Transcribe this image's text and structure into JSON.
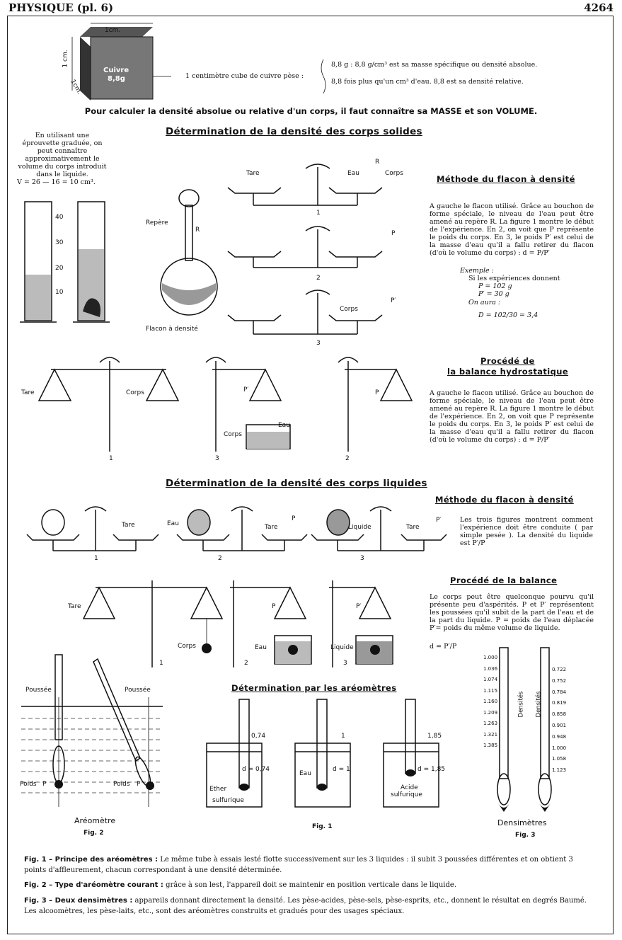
{
  "header": {
    "left": "PHYSIQUE (pl. 6)",
    "right": "4264"
  },
  "cube": {
    "dim_top": "1cm.",
    "dim_left": "1 cm.",
    "dim_bottom": "1cm.",
    "material": "Cuivre",
    "mass": "8,8g",
    "statement": "1 centimètre cube de cuivre pèse :",
    "line1": "8,8 g : 8,8 g/cm³ est sa masse spécifique ou densité absolue.",
    "line2": "8,8 fois plus qu'un cm³ d'eau. 8,8 est sa densité relative."
  },
  "intro": "Pour calculer la densité absolue ou relative d'un corps, il faut connaître sa MASSE et son VOLUME.",
  "solids": {
    "title": "Détermination de la densité des corps solides",
    "graduated_text": "En utilisant une éprouvette graduée, on peut connaître approximativement le volume du corps introduit dans le liquide.",
    "graduated_formula": "V = 26 — 16 = 10 cm³.",
    "ticks": [
      "40",
      "30",
      "20",
      "10"
    ],
    "flask_labels": {
      "mark": "Repère",
      "r": "R",
      "name": "Flacon à densité"
    },
    "balance_labels": {
      "tare": "Tare",
      "water": "Eau",
      "body": "Corps",
      "r": "R",
      "p": "P",
      "pprime": "P′",
      "n1": "1",
      "n2": "2",
      "n3": "3"
    },
    "flask_method": {
      "title": "Méthode du flacon à densité",
      "text": "A gauche le flacon utilisé. Grâce au bouchon de forme spéciale, le niveau de l'eau peut être amené au repère R. La figure 1 montre le début de l'expérience. En 2, on voit que P représente le poids du corps. En 3, le poids P′ est celui de la masse d'eau qu'il a fallu retirer du flacon (d'où le volume du corps) : d = P/P′",
      "example_title": "Exemple :",
      "example_text": "Si les expériences donnent",
      "p_val": "P = 102 g",
      "pp_val": "P′ = 30 g",
      "on_aura": "On aura :",
      "result": "D = 102/30 = 3,4"
    },
    "hydro_method": {
      "title1": "Procédé de",
      "title2": "la balance hydrostatique",
      "text": "A gauche le flacon utilisé. Grâce au bouchon de forme spéciale, le niveau de l'eau peut être amené au repère R. La figure 1 montre le début de l'expérience. En 2, on voit que P représente le poids du corps. En 3, le poids P′ est celui de la masse d'eau qu'il a fallu retirer du flacon (d'où le volume du corps) : d = P/P′"
    },
    "hydro_labels": {
      "tare": "Tare",
      "body": "Corps",
      "water": "Eau",
      "pprime": "P′",
      "p": "P",
      "body2": "Corps",
      "n1": "1",
      "n3": "3",
      "n2": "2"
    }
  },
  "liquids": {
    "title": "Détermination de la densité des corps liquides",
    "flask_method": {
      "title": "Méthode du flacon à densité",
      "text": "Les trois figures montrent comment l'expérience doit être conduite ( par simple pesée ). La densité du liquide est P′/P"
    },
    "flask_labels": {
      "tare": "Tare",
      "water": "Eau",
      "p": "P",
      "liquid": "Liquide",
      "pprime": "P′",
      "n1": "1",
      "n2": "2",
      "n3": "3"
    },
    "balance_method": {
      "title": "Procédé de la balance",
      "text": "Le corps peut être quelconque pourvu qu'il présente peu d'aspérités. P et P′ représentent les poussées qu'il subit de la part de l'eau et de la part du liquide. P = poids de l'eau déplacée P′= poids du même volume de liquide.",
      "formula": "d = P′/P"
    },
    "balance_labels": {
      "tare": "Tare",
      "body": "Corps",
      "water": "Eau",
      "liquid": "Liquide",
      "p": "P",
      "pprime": "P′",
      "n1": "1",
      "n2": "2",
      "n3": "3"
    }
  },
  "areometers": {
    "title": "Détermination par les aréomètres",
    "fig2_labels": {
      "push": "Poussée",
      "weight": "Poids",
      "p": "P",
      "name": "Aréomètre",
      "fig": "Fig. 2"
    },
    "fig1_beakers": [
      {
        "mark": "0,74",
        "d": "d = 0,74",
        "liquid1": "Ether",
        "liquid2": "sulfurique"
      },
      {
        "mark": "1",
        "d": "d = 1",
        "liquid1": "Eau",
        "liquid2": ""
      },
      {
        "mark": "1,85",
        "d": "d = 1,85",
        "liquid1": "Acide",
        "liquid2": "sulfurique"
      }
    ],
    "fig1": "Fig. 1",
    "dens_left_label": "Densités",
    "dens_left": [
      "1.000",
      "1.036",
      "1.074",
      "1.115",
      "1.160",
      "1.209",
      "1.263",
      "1.321",
      "1.385"
    ],
    "dens_right_label": "Densités",
    "dens_right": [
      "0.722",
      "0.752",
      "0.784",
      "0.819",
      "0.858",
      "0.901",
      "0.948",
      "1.000",
      "1.058",
      "1.123"
    ],
    "densimeters": "Densimètres",
    "fig3": "Fig. 3"
  },
  "captions": [
    {
      "head": "Fig. 1 – Principe des aréomètres :",
      "text": "Le même tube à essais lesté flotte successivement sur les 3 liquides : il subit 3 poussées différentes et on obtient 3 points d'affleurement, chacun correspondant à une densité déterminée."
    },
    {
      "head": "Fig. 2 – Type d'aréomètre courant :",
      "text": "grâce à son lest, l'appareil doit se maintenir en position verticale dans le liquide."
    },
    {
      "head": "Fig. 3 – Deux densimètres :",
      "text": "appareils donnant directement la densité. Les pèse-acides, pèse-sels, pèse-esprits, etc., donnent le résultat en degrés Baumé. Les alcoomètres, les pèse-laits, etc., sont des aréomètres construits et gradués pour des usages spéciaux."
    }
  ]
}
